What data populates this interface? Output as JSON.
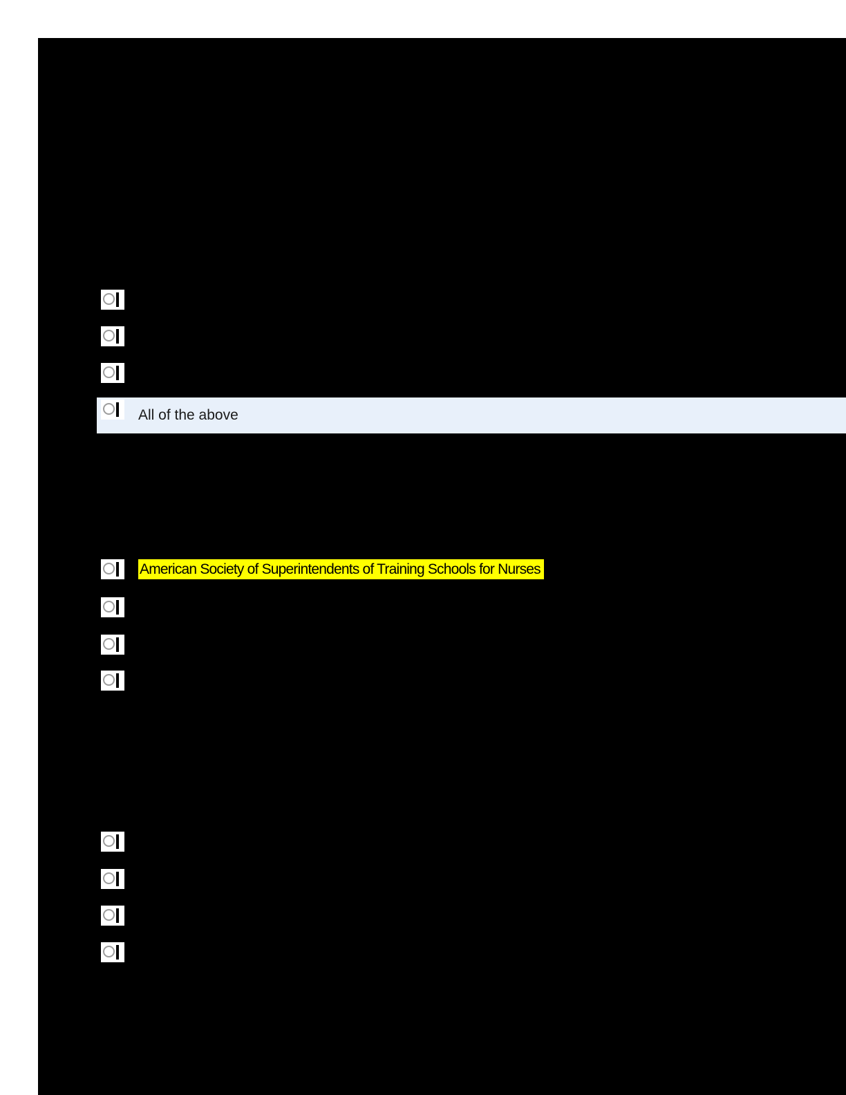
{
  "colors": {
    "page_margin": "#ffffff",
    "document_background": "#000000",
    "selected_answer_background": "#e8f0fa",
    "highlighted_answer_background": "#ffff00",
    "radio_box": "#ffffff",
    "radio_circle_border": "#9d9d9d",
    "text_caret": "#000000",
    "visible_text": "#1a1a1a"
  },
  "icons": {
    "option_marker": "radio-button-icon",
    "caret": "text-cursor-icon"
  },
  "quiz": {
    "questions": [
      {
        "options": [
          {
            "text": "",
            "highlight": "none"
          },
          {
            "text": "",
            "highlight": "none"
          },
          {
            "text": "",
            "highlight": "none"
          },
          {
            "text": "All of the above",
            "highlight": "blue"
          }
        ]
      },
      {
        "options": [
          {
            "text": "American Society of Superintendents of Training Schools for Nurses",
            "highlight": "yellow"
          },
          {
            "text": "",
            "highlight": "none"
          },
          {
            "text": "",
            "highlight": "none"
          },
          {
            "text": "",
            "highlight": "none"
          }
        ]
      },
      {
        "options": [
          {
            "text": "",
            "highlight": "none"
          },
          {
            "text": "",
            "highlight": "none"
          },
          {
            "text": "",
            "highlight": "none"
          },
          {
            "text": "",
            "highlight": "none"
          }
        ]
      }
    ]
  }
}
